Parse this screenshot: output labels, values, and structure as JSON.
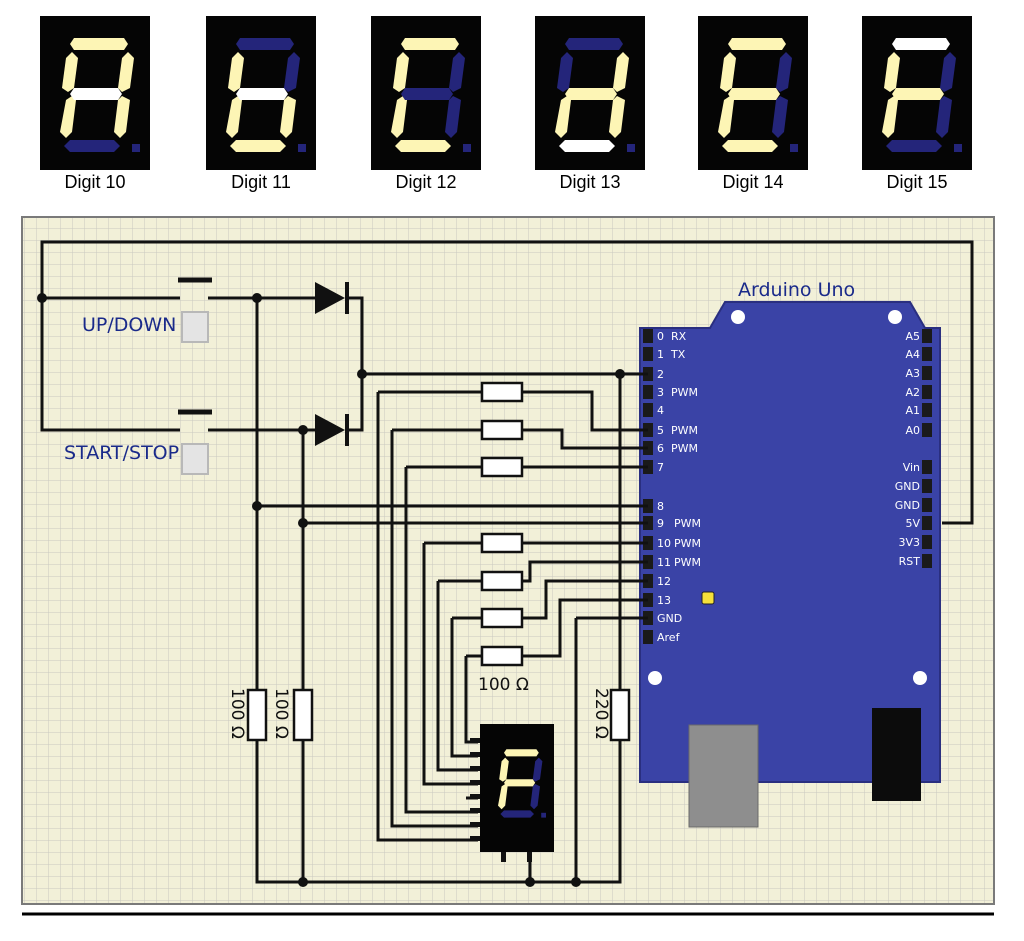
{
  "digits": [
    {
      "caption": "Digit 10"
    },
    {
      "caption": "Digit 11"
    },
    {
      "caption": "Digit 12"
    },
    {
      "caption": "Digit 13"
    },
    {
      "caption": "Digit 14"
    },
    {
      "caption": "Digit 15"
    }
  ],
  "segment_states": [
    {
      "a": 1,
      "b": 1,
      "c": 1,
      "d": 0,
      "e": 1,
      "f": 1,
      "g": 2,
      "dp": 0
    },
    {
      "a": 0,
      "b": 0,
      "c": 1,
      "d": 1,
      "e": 1,
      "f": 1,
      "g": 2,
      "dp": 0
    },
    {
      "a": 1,
      "b": 0,
      "c": 0,
      "d": 1,
      "e": 1,
      "f": 1,
      "g": 0,
      "dp": 0
    },
    {
      "a": 0,
      "b": 1,
      "c": 1,
      "d": 2,
      "e": 1,
      "f": 0,
      "g": 1,
      "dp": 0
    },
    {
      "a": 1,
      "b": 0,
      "c": 0,
      "d": 1,
      "e": 1,
      "f": 1,
      "g": 1,
      "dp": 0
    },
    {
      "a": 2,
      "b": 0,
      "c": 0,
      "d": 0,
      "e": 1,
      "f": 1,
      "g": 1,
      "dp": 0
    }
  ],
  "colors": {
    "segment_on": "#fdf5b5",
    "segment_highlight": "#ffffff",
    "segment_off": "#24257a",
    "digit_bg": "#050505",
    "board": "#3a43a6",
    "grid_bg": "#f2f0d8",
    "grid_line": "#c9c9c0",
    "wire": "#111111"
  },
  "circuit": {
    "board_title": "Arduino Uno",
    "switch_updown": "UP/DOWN",
    "switch_startstop": "START/STOP",
    "left_pins": [
      {
        "num": "0",
        "fn": "RX"
      },
      {
        "num": "1",
        "fn": "TX"
      },
      {
        "num": "2",
        "fn": ""
      },
      {
        "num": "3",
        "fn": "PWM"
      },
      {
        "num": "4",
        "fn": ""
      },
      {
        "num": "5",
        "fn": "PWM"
      },
      {
        "num": "6",
        "fn": "PWM"
      },
      {
        "num": "7",
        "fn": ""
      },
      {
        "num": "8",
        "fn": ""
      },
      {
        "num": "9",
        "fn": "PWM"
      },
      {
        "num": "10",
        "fn": "PWM"
      },
      {
        "num": "11",
        "fn": "PWM"
      },
      {
        "num": "12",
        "fn": ""
      },
      {
        "num": "13",
        "fn": ""
      },
      {
        "num": "GND",
        "fn": ""
      },
      {
        "num": "Aref",
        "fn": ""
      }
    ],
    "right_pins_top": [
      "A5",
      "A4",
      "A3",
      "A2",
      "A1",
      "A0"
    ],
    "right_pins_bottom": [
      "Vin",
      "GND",
      "GND",
      "5V",
      "3V3",
      "RST"
    ],
    "resistor_segment_label": "100 Ω",
    "resistor_left1_label": "100 Ω",
    "resistor_left2_label": "100 Ω",
    "resistor_right_label": "220 Ω",
    "display_state": {
      "a": 1,
      "b": 0,
      "c": 0,
      "d": 0,
      "e": 1,
      "f": 1,
      "g": 1,
      "dp": 0
    }
  }
}
